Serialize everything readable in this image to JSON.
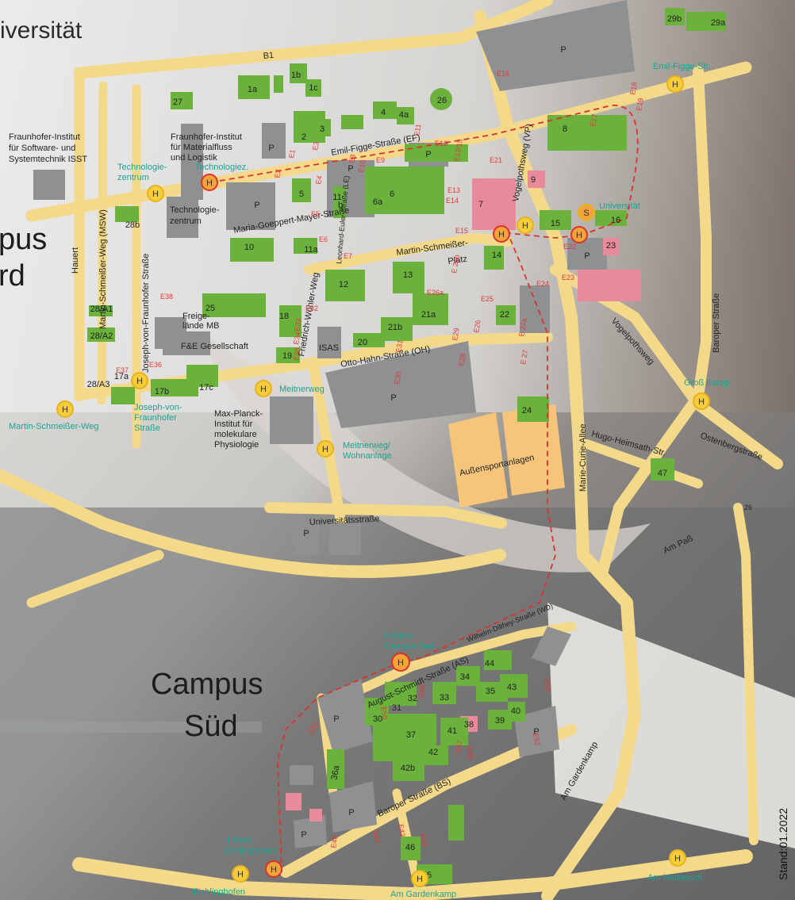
{
  "colors": {
    "road": "#f4d98a",
    "building_green": "#6ab23c",
    "building_grey": "#8f9092",
    "building_pink": "#e98a9a",
    "sports": "#f7c57a",
    "stop_yellow": "#f5cd3a",
    "stop_orange": "#f2a43a",
    "hbahn_line": "#d9332c",
    "label_teal": "#1aa393",
    "entrance_red": "#e03a3a"
  },
  "header": {
    "title_fragment": "iversität",
    "stand": "Stand:01.2022"
  },
  "campus_labels": {
    "north_line1": "pus",
    "north_line2": "rd",
    "south_line1": "Campus",
    "south_line2": "Süd"
  },
  "roads": {
    "b1": "B1",
    "emil_figge": "Emil-Figge-Straße (EF)",
    "martin_schmeisser_platz_1": "Martin-Schmeißer-",
    "martin_schmeisser_platz_2": "Platz",
    "otto_hahn": "Otto-Hahn-Straße (OH)",
    "vogelpothsweg_vp": "Vogelpothsweg (VP)",
    "vogelpothsweg": "Vogelpothsweg",
    "leonhard_euler": "Leonhard-Euler-Straße (LE)",
    "friedrich_woehler": "Friedrich-Wöhler-Weg",
    "joseph_fraunhofer": "Joseph-von-Fraunhofer Straße",
    "martin_schmeisser_weg": "Martin-Schmeißer-Weg (MSW)",
    "hauert": "Hauert",
    "maria_goeppert": "Maria-Goeppert-Mayer-Straße",
    "universitaetsstrasse": "Universitätsstraße",
    "marie_curie": "Marie-Curie-Allee",
    "baroper": "Baroper Straße",
    "hugo_heimsath": "Hugo-Heimsath-Str.",
    "ostenbergstrasse": "Ostenbergstraße",
    "am_pass": "Am Paß",
    "am_gardenkamp": "Am Gardenkamp",
    "august_schmidt": "August-Schmidt-Straße (AS)",
    "wilhelm_dilthey": "Wilhelm-Dilthey-Straße (WD)",
    "baroper_bs": "Baroper Straße (BS)"
  },
  "facility_labels": {
    "fraunhofer_isst_1": "Fraunhofer-Institut",
    "fraunhofer_isst_2": "für Software- und",
    "fraunhofer_isst_3": "Systemtechnik ISST",
    "fraunhofer_iml_1": "Fraunhofer-Institut",
    "fraunhofer_iml_2": "für Materialfluss",
    "fraunhofer_iml_3": "und Logistik",
    "technologiezentrum_1": "Technologie-",
    "technologiezentrum_2": "zentrum",
    "freigelaende_1": "Freige-",
    "freigelaende_2": "lände MB",
    "fe_gesellschaft": "F&E Gesellschaft",
    "isas": "ISAS",
    "max_planck_1": "Max-Planck-",
    "max_planck_2": "Institut für",
    "max_planck_3": "molekulare",
    "max_planck_4": "Physiologie",
    "aussensport": "Außensportanlagen",
    "sm_26": "26"
  },
  "stops": {
    "technologiezentrum_1": "Technologie-",
    "technologiezentrum_2": "zentrum",
    "technologiez": "Technologiez.",
    "emil_figge": "Emil-Figge-Str.",
    "universitaet": "Universität",
    "gross_barop": "Groß Barop",
    "meitnerweg": "Meitnerweg",
    "meitnerweg_wohn_1": "Meitnerweg/",
    "meitnerweg_wohn_2": "Wohnanlage",
    "joseph_1": "Joseph-von-",
    "joseph_2": "Fraunhofer",
    "joseph_3": "Straße",
    "martin_schmeisser_weg": "Martin-Schmeißer-Weg",
    "hbahn_sued_1": "H-Bahn",
    "hbahn_sued_2": "Campus Süd",
    "hbahn_eichl_1": "H-Bahn",
    "hbahn_eichl_2": "Eichlinghofen",
    "eichlinghofen": "Eichlinghofen",
    "am_gardenkamp": "Am Gardenkamp",
    "am_hedreisch": "Am Hedreisch",
    "h": "H",
    "s": "S"
  },
  "buildings": {
    "b1a": "1a",
    "b1b": "1b",
    "b1c": "1c",
    "b2": "2",
    "b3": "3",
    "b4": "4",
    "b4a": "4a",
    "b5": "5",
    "b6": "6",
    "b6a": "6a",
    "b7": "7",
    "b8": "8",
    "b9": "9",
    "b10": "10",
    "b11": "11",
    "b11a": "11a",
    "b11b": "b",
    "b12": "12",
    "b13": "13",
    "b14": "14",
    "b15": "15",
    "b16": "16",
    "b17a": "17a",
    "b17b": "17b",
    "b17c": "17c",
    "b18": "18",
    "b19": "19",
    "b20": "20",
    "b21a": "21a",
    "b21b": "21b",
    "b22": "22",
    "b23": "23",
    "b24": "24",
    "b25": "25",
    "b26": "26",
    "b27": "27",
    "b28a1": "28/A1",
    "b28a2": "28/A2",
    "b28a3": "28/A3",
    "b28b": "28b",
    "b29a": "29a",
    "b29b": "29b",
    "b30": "30",
    "b31": "31",
    "b32": "32",
    "b33": "33",
    "b34": "34",
    "b35": "35",
    "b36a": "36a",
    "b37": "37",
    "b38": "38",
    "b39": "39",
    "b40": "40",
    "b41": "41",
    "b42": "42",
    "b42b": "42b",
    "b43": "43",
    "b44": "44",
    "b45": "45",
    "b46": "46",
    "b47": "47",
    "parking": "P"
  },
  "entrances": {
    "e1": "E1",
    "e2": "E2",
    "e3": "E3",
    "e4": "E4",
    "e5": "E5",
    "e6": "E6",
    "e7": "E7",
    "e8": "E8",
    "e9": "E9",
    "e10": "E10",
    "e11": "E11",
    "e12": "E12",
    "e1215": "E12/15",
    "e13": "E13",
    "e14": "E14",
    "e15": "E15",
    "e16": "E16",
    "e17": "E17",
    "e18": "E18",
    "e19": "E19",
    "e21": "E21",
    "e22": "E22",
    "e23": "E23",
    "e24": "E24",
    "e25": "E25",
    "e26": "E26",
    "e26a": "E26a",
    "e26b": "E 26b",
    "e27": "E 27",
    "e27a": "E 27a",
    "e28": "E28",
    "e29": "E29",
    "e30": "E30",
    "e31": "E31",
    "e32": "E32",
    "e33": "E33",
    "e34": "E34",
    "e35": "E35",
    "e36": "E36",
    "e37": "E37",
    "e38": "E38",
    "e40": "E40",
    "e41": "E41",
    "e42": "E42",
    "e43": "E43",
    "e47": "E47",
    "e48": "E48",
    "e49": "E49",
    "e50": "E50",
    "e51": "E51",
    "e52": "E52",
    "e53": "E53"
  }
}
